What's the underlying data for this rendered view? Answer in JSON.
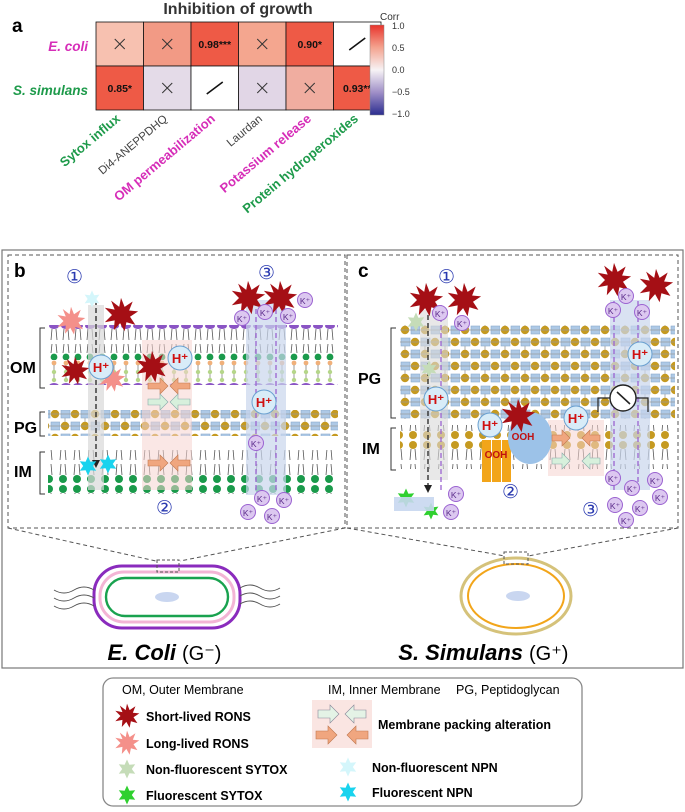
{
  "panel_a": {
    "label": "a",
    "title": "Inhibition of growth",
    "rows": [
      "E. coli",
      "S. simulans"
    ],
    "columns": [
      "Sytox influx",
      "Di4-ANEPPDHQ",
      "OM permeabilization",
      "Laurdan",
      "Potassium release",
      "Protein hydroperoxides"
    ],
    "cells": [
      [
        {
          "text": "",
          "mark": "x"
        },
        {
          "text": "",
          "mark": "x"
        },
        {
          "text": "0.98***",
          "mark": ""
        },
        {
          "text": "",
          "mark": "x"
        },
        {
          "text": "0.90*",
          "mark": ""
        },
        {
          "text": "",
          "mark": "slash"
        }
      ],
      [
        {
          "text": "0.85*",
          "mark": ""
        },
        {
          "text": "",
          "mark": "x"
        },
        {
          "text": "",
          "mark": "slash"
        },
        {
          "text": "",
          "mark": "x"
        },
        {
          "text": "",
          "mark": "x"
        },
        {
          "text": "0.93**",
          "mark": ""
        }
      ]
    ],
    "cell_colors": [
      [
        "#f7c1b0",
        "#f29a85",
        "#ee5a46",
        "#f4a68f",
        "#ee5a46",
        "#ffffff"
      ],
      [
        "#ee5a46",
        "#e4dbe8",
        "#ffffff",
        "#e1d6e6",
        "#f0ada0",
        "#ee5a46"
      ]
    ],
    "colorbar": {
      "label": "Corr",
      "ticks": [
        "1.0",
        "0.5",
        "0.0",
        "−0.5",
        "−1.0"
      ]
    },
    "row_colors": [
      "#d62db8",
      "#1d9a4a"
    ],
    "column_colors": [
      "#1d9a4a",
      "#333333",
      "#d62db8",
      "#333333",
      "#d62db8",
      "#1d9a4a"
    ]
  },
  "panel_b": {
    "label": "b",
    "layers": [
      "OM",
      "PG",
      "IM"
    ],
    "numbers": [
      "①",
      "②",
      "③"
    ],
    "ion": "H⁺",
    "potassium": "K⁺",
    "organism": "E. Coli",
    "gram": "(G⁻)"
  },
  "panel_c": {
    "label": "c",
    "layers": [
      "PG",
      "IM"
    ],
    "numbers": [
      "①",
      "②",
      "③"
    ],
    "ion": "H⁺",
    "potassium": "K⁺",
    "peroxide": "OOH",
    "organism": "S. Simulans",
    "gram": "(G⁺)"
  },
  "legend": {
    "abbreviations": [
      "OM, Outer Membrane",
      "IM, Inner Membrane",
      "PG, Peptidoglycan"
    ],
    "items": [
      {
        "label": "Short-lived RONS",
        "symbol": "burst-dark-red"
      },
      {
        "label": "Long-lived RONS",
        "symbol": "burst-pink"
      },
      {
        "label": "Non-fluorescent SYTOX",
        "symbol": "star-pale-green"
      },
      {
        "label": "Fluorescent SYTOX",
        "symbol": "star-green"
      },
      {
        "label": "Membrane packing alteration",
        "symbol": "arrows"
      },
      {
        "label": "Non-fluorescent NPN",
        "symbol": "star-pale-cyan"
      },
      {
        "label": "Fluorescent NPN",
        "symbol": "star-cyan"
      }
    ],
    "colors": {
      "short_rons": "#a50f15",
      "long_rons": "#f4908a",
      "sytox_off": "#c5dcb8",
      "sytox_on": "#2fd02f",
      "npn_off": "#d4f6fb",
      "npn_on": "#19d3ee"
    }
  }
}
